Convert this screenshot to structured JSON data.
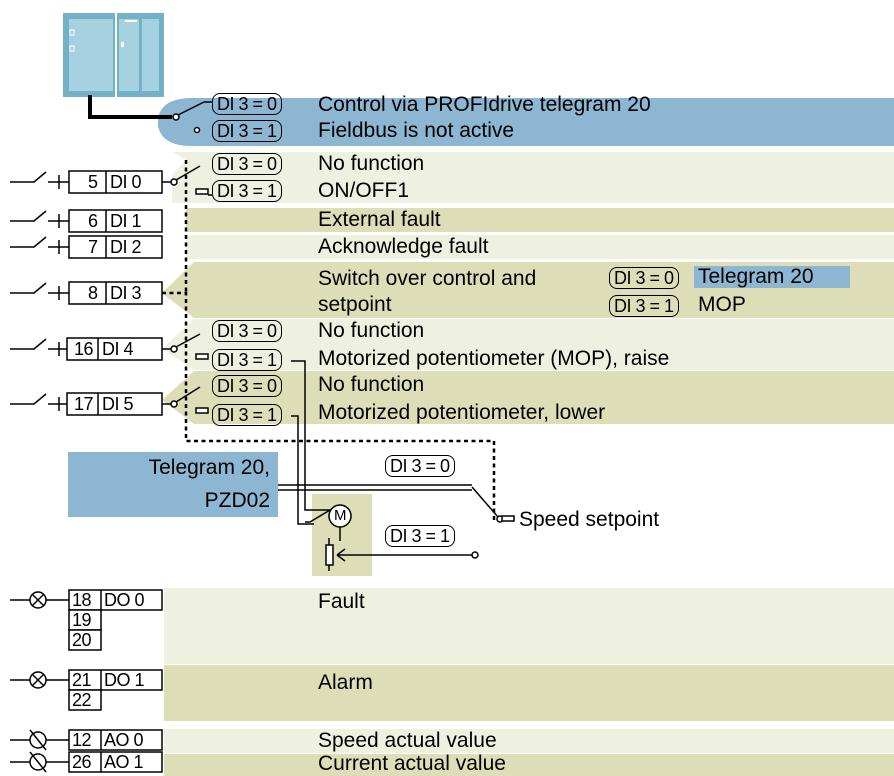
{
  "colors": {
    "blue": "#8cb6d1",
    "green_light": "#eef0e0",
    "green_dark": "#dddeb7",
    "plc": "#73b2c6"
  },
  "inputs": {
    "di0": {
      "terminal": "5",
      "label": "DI 0"
    },
    "di1": {
      "terminal": "6",
      "label": "DI 1"
    },
    "di2": {
      "terminal": "7",
      "label": "DI 2"
    },
    "di3": {
      "terminal": "8",
      "label": "DI 3"
    },
    "di4": {
      "terminal": "16",
      "label": "DI 4"
    },
    "di5": {
      "terminal": "17",
      "label": "DI 5"
    }
  },
  "outputs": {
    "do0": {
      "terminals": [
        "18",
        "19",
        "20"
      ],
      "label": "DO 0",
      "function": "Fault"
    },
    "do1": {
      "terminals": [
        "21",
        "22"
      ],
      "label": "DO 1",
      "function": "Alarm"
    },
    "ao0": {
      "terminal": "12",
      "label": "AO 0",
      "function": "Speed actual value"
    },
    "ao1": {
      "terminal": "26",
      "label": "AO 1",
      "function": "Current actual value"
    }
  },
  "conditions": {
    "off": "DI 3 = 0",
    "on": "DI 3 = 1"
  },
  "functions": {
    "fieldbus_off": "Control via PROFIdrive telegram 20",
    "fieldbus_on": "Fieldbus is not active",
    "di0_off": "No function",
    "di0_on": "ON/OFF1",
    "di1": "External fault",
    "di2": "Acknowledge fault",
    "di3_line1": "Switch over control and",
    "di3_line2": "setpoint",
    "di3_result_off": "Telegram 20",
    "di3_result_on": "MOP",
    "di4_off": "No function",
    "di4_on": "Motorized potentiometer (MOP), raise",
    "di5_off": "No function",
    "di5_on": "Motorized potentiometer, lower"
  },
  "telegram": {
    "line1": "Telegram 20,",
    "line2": "PZD02"
  },
  "motor_label": "M",
  "speed_setpoint": "Speed setpoint"
}
